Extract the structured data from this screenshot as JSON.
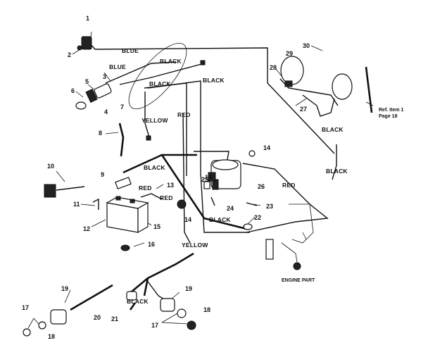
{
  "callouts": [
    "1",
    "2",
    "3",
    "4",
    "5",
    "6",
    "7",
    "8",
    "9",
    "10",
    "11",
    "12",
    "13",
    "14",
    "14",
    "14",
    "15",
    "16",
    "17",
    "17",
    "18",
    "18",
    "19",
    "19",
    "20",
    "21",
    "22",
    "23",
    "24",
    "25",
    "26",
    "27",
    "28",
    "29",
    "30"
  ],
  "wire_labels": {
    "blue_1": "BLUE",
    "blue_2": "BLUE",
    "black_top": "BLACK",
    "black_right": "BLACK",
    "black_mid": "BLACK",
    "red_mid": "RED",
    "yellow_top": "YELLOW",
    "black_battery": "BLACK",
    "red_battery_1": "RED",
    "red_battery_2": "RED",
    "red_right": "RED",
    "black_bottom": "BLACK",
    "yellow_bottom": "YELLOW",
    "black_harness": "BLACK",
    "black_lights_1": "BLACK",
    "black_lights_2": "BLACK"
  },
  "notes": {
    "ref_item": "Ref. Item 1",
    "ref_page": "Page 18",
    "engine_part": "ENGINE PART"
  }
}
